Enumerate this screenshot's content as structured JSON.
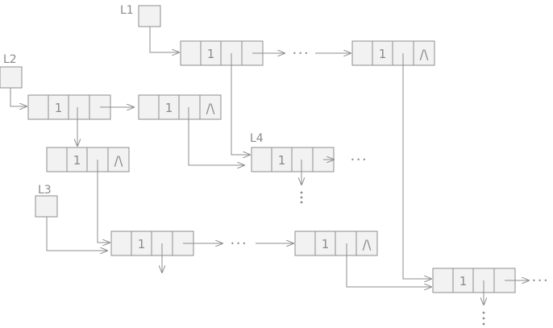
{
  "colors": {
    "line": "#8e8e8e",
    "box_fill": "#f2f2f2",
    "text": "#8a8a8a",
    "background": "#ffffff"
  },
  "labels": {
    "L1": "L1",
    "L2": "L2",
    "L3": "L3",
    "L4": "L4"
  },
  "cell_value": "1",
  "nil_symbol": "/\\",
  "ellipsis": "• • •"
}
